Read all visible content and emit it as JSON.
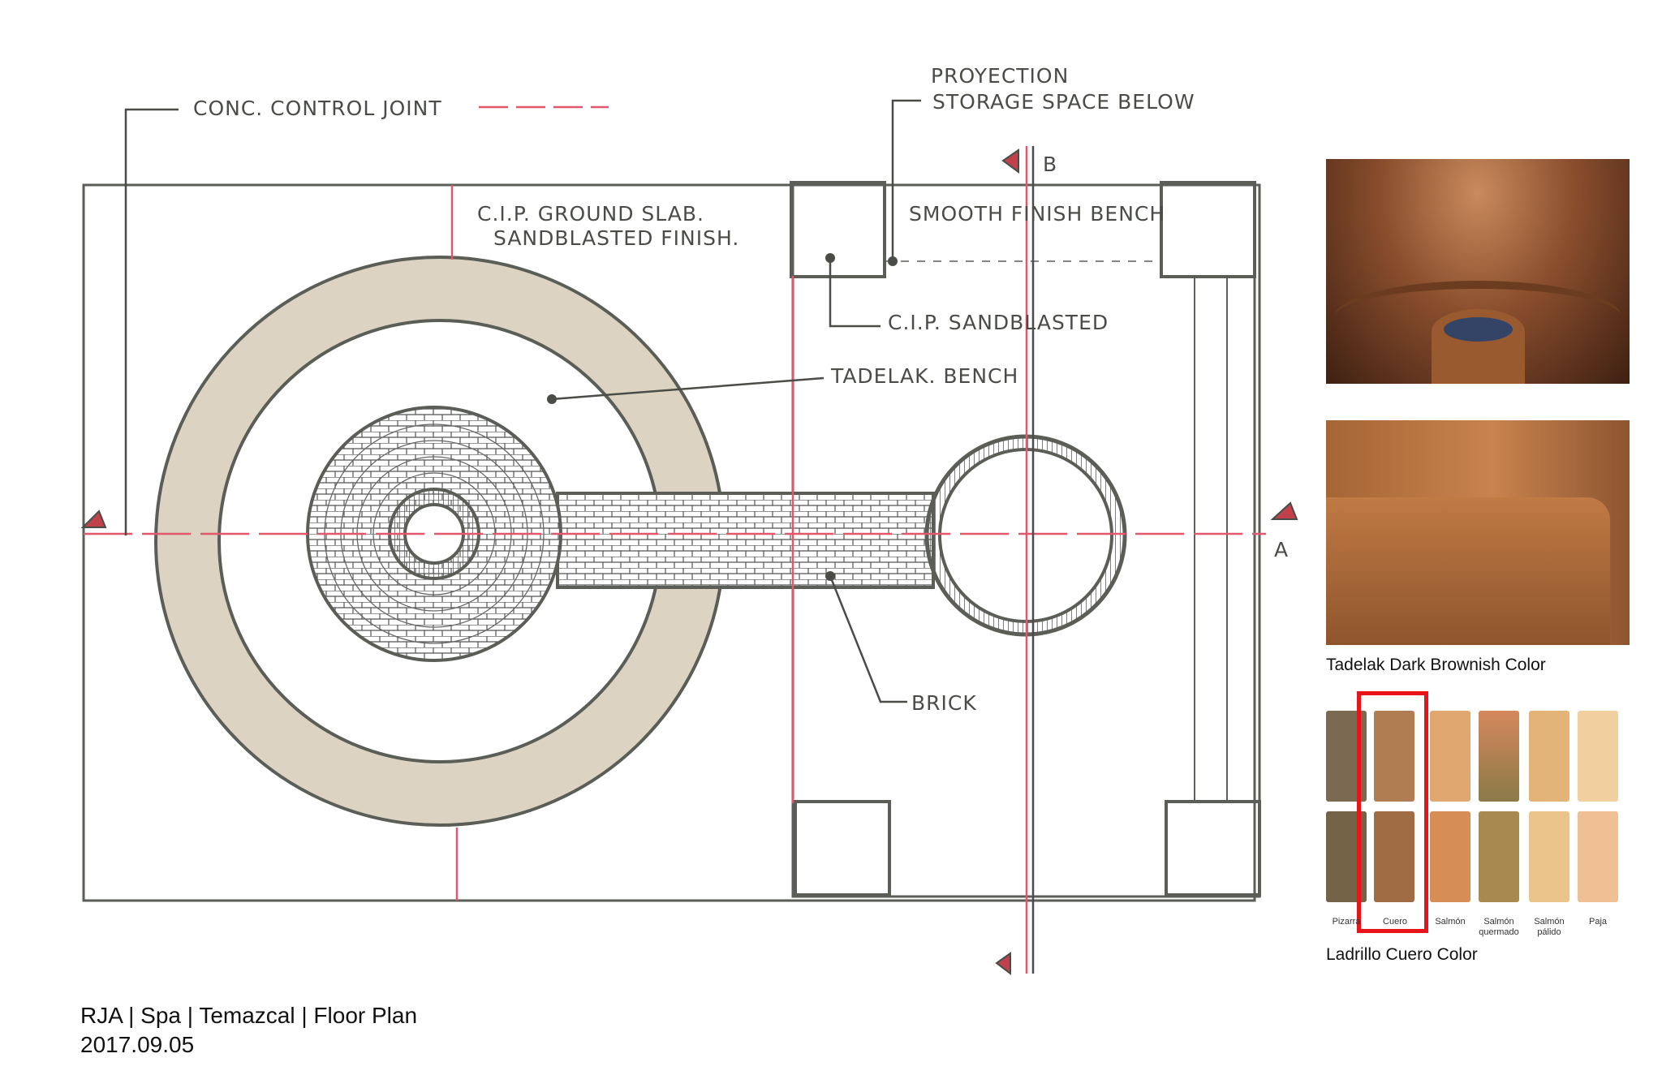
{
  "plan": {
    "labels": {
      "control_joint": "CONC. CONTROL JOINT",
      "slab_1": "C.I.P. GROUND SLAB.",
      "slab_2": "SANDBLASTED FINISH.",
      "proyection": "PROYECTION",
      "storage": "STORAGE SPACE BELOW",
      "smooth_bench": "SMOOTH FINISH BENCH",
      "cip_sandblasted": "C.I.P. SANDBLASTED",
      "tadelak_bench": "TADELAK. BENCH",
      "brick": "BRICK",
      "section_a": "A",
      "section_b": "B"
    }
  },
  "references": {
    "tadelak_caption": "Tadelak Dark Brownish Color",
    "brick_caption": "Ladrillo Cuero Color",
    "bricks": [
      {
        "label": "Pizarra",
        "color": "#7a6a52"
      },
      {
        "label": "Cuero",
        "color": "#a8734a"
      },
      {
        "label": "Salmón",
        "color": "#d99a62"
      },
      {
        "label": "Salmón quermado",
        "color": "#c3834f"
      },
      {
        "label": "Salmón pálido",
        "color": "#e3b476"
      },
      {
        "label": "Paja",
        "color": "#efc596"
      }
    ],
    "highlight_color": "#e8141a"
  },
  "footer": {
    "title": "RJA | Spa | Temazcal | Floor Plan",
    "date": "2017.09.05"
  }
}
